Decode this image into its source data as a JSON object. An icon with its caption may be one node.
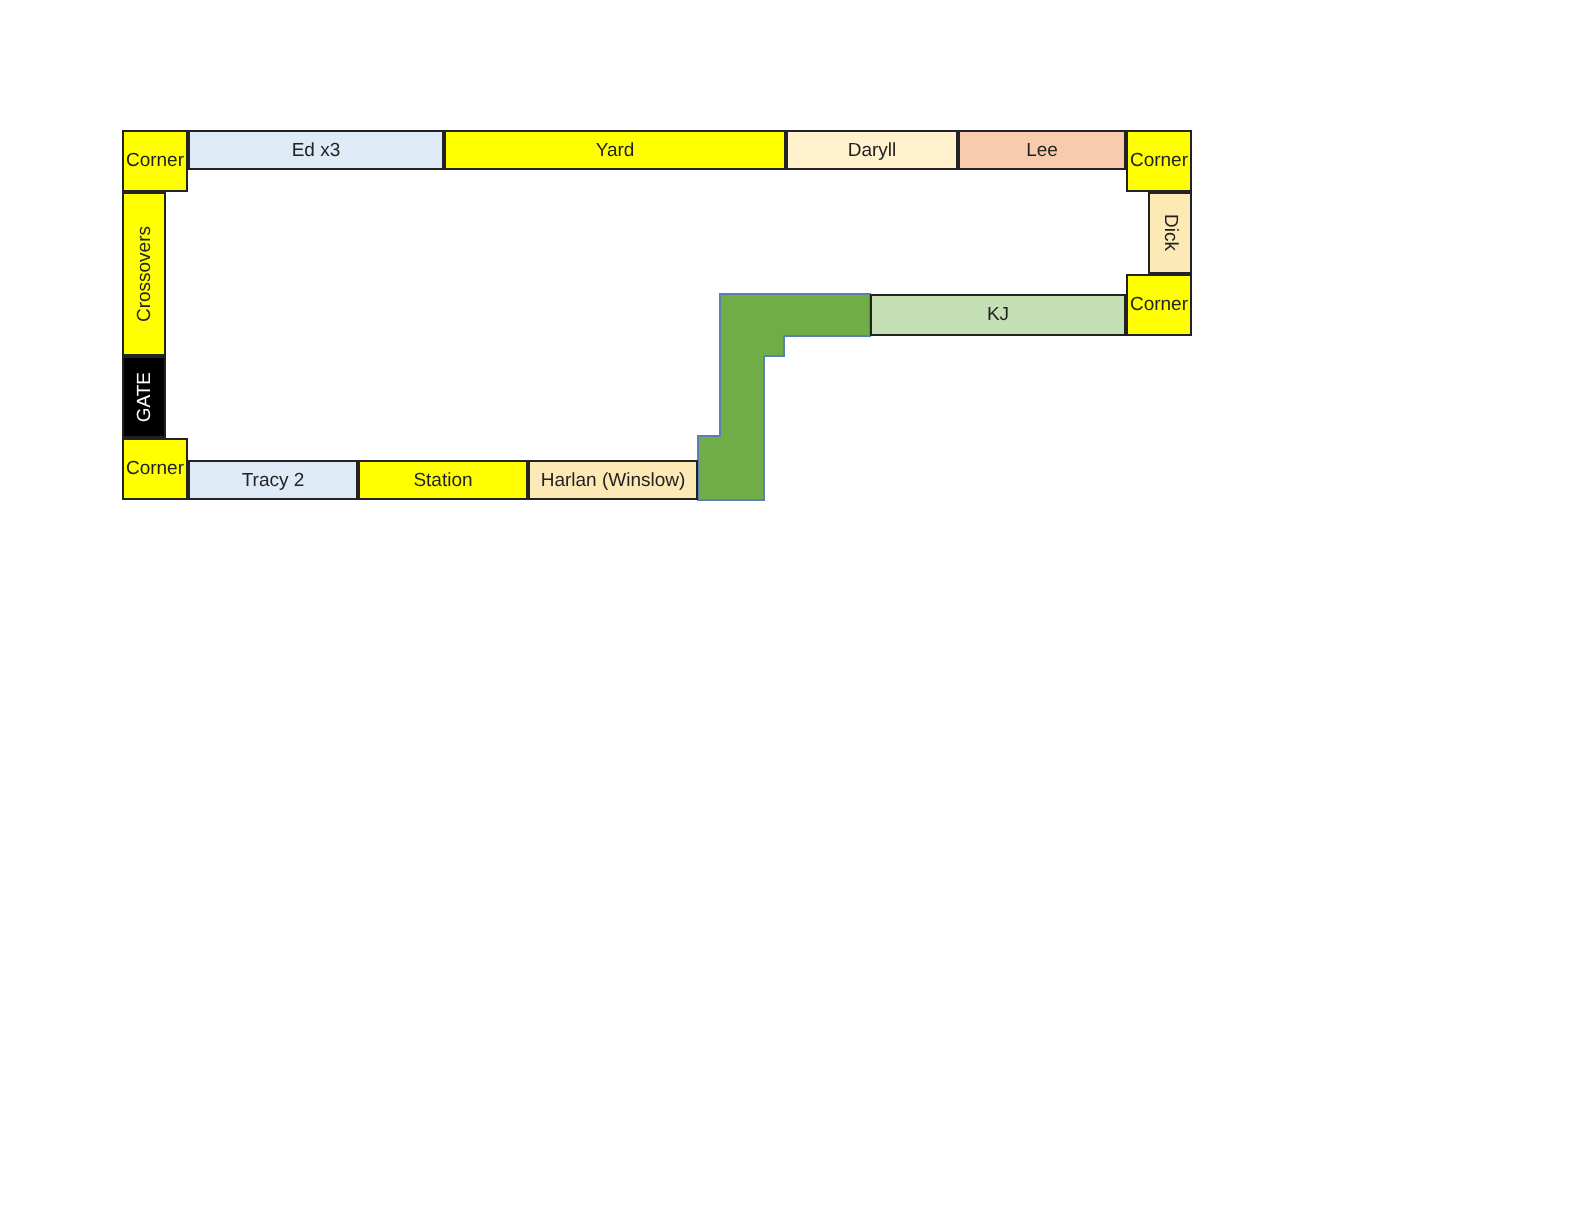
{
  "diagram": {
    "nodes": [
      {
        "text": [
          "Corner"
        ]
      },
      {
        "text": [
          "Ed x3"
        ]
      },
      {
        "text": [
          "Yard"
        ]
      },
      {
        "text": [
          "Daryll"
        ]
      },
      {
        "text": [
          "Lee"
        ]
      },
      {
        "text": [
          "Corner"
        ]
      },
      {
        "text": [
          "Crossovers"
        ]
      },
      {
        "text": [
          "Dick"
        ]
      },
      {
        "text": [],
        "shape": "box"
      },
      {
        "text": [
          "KJ"
        ]
      },
      {
        "text": [
          "Corner"
        ]
      },
      {
        "text": [
          "GATE"
        ]
      },
      {
        "text": [
          "Corner"
        ]
      },
      {
        "text": [
          "Tracy 2"
        ]
      },
      {
        "text": [
          "Station"
        ]
      },
      {
        "text": [
          "Harlan (Winslow)"
        ]
      }
    ]
  }
}
